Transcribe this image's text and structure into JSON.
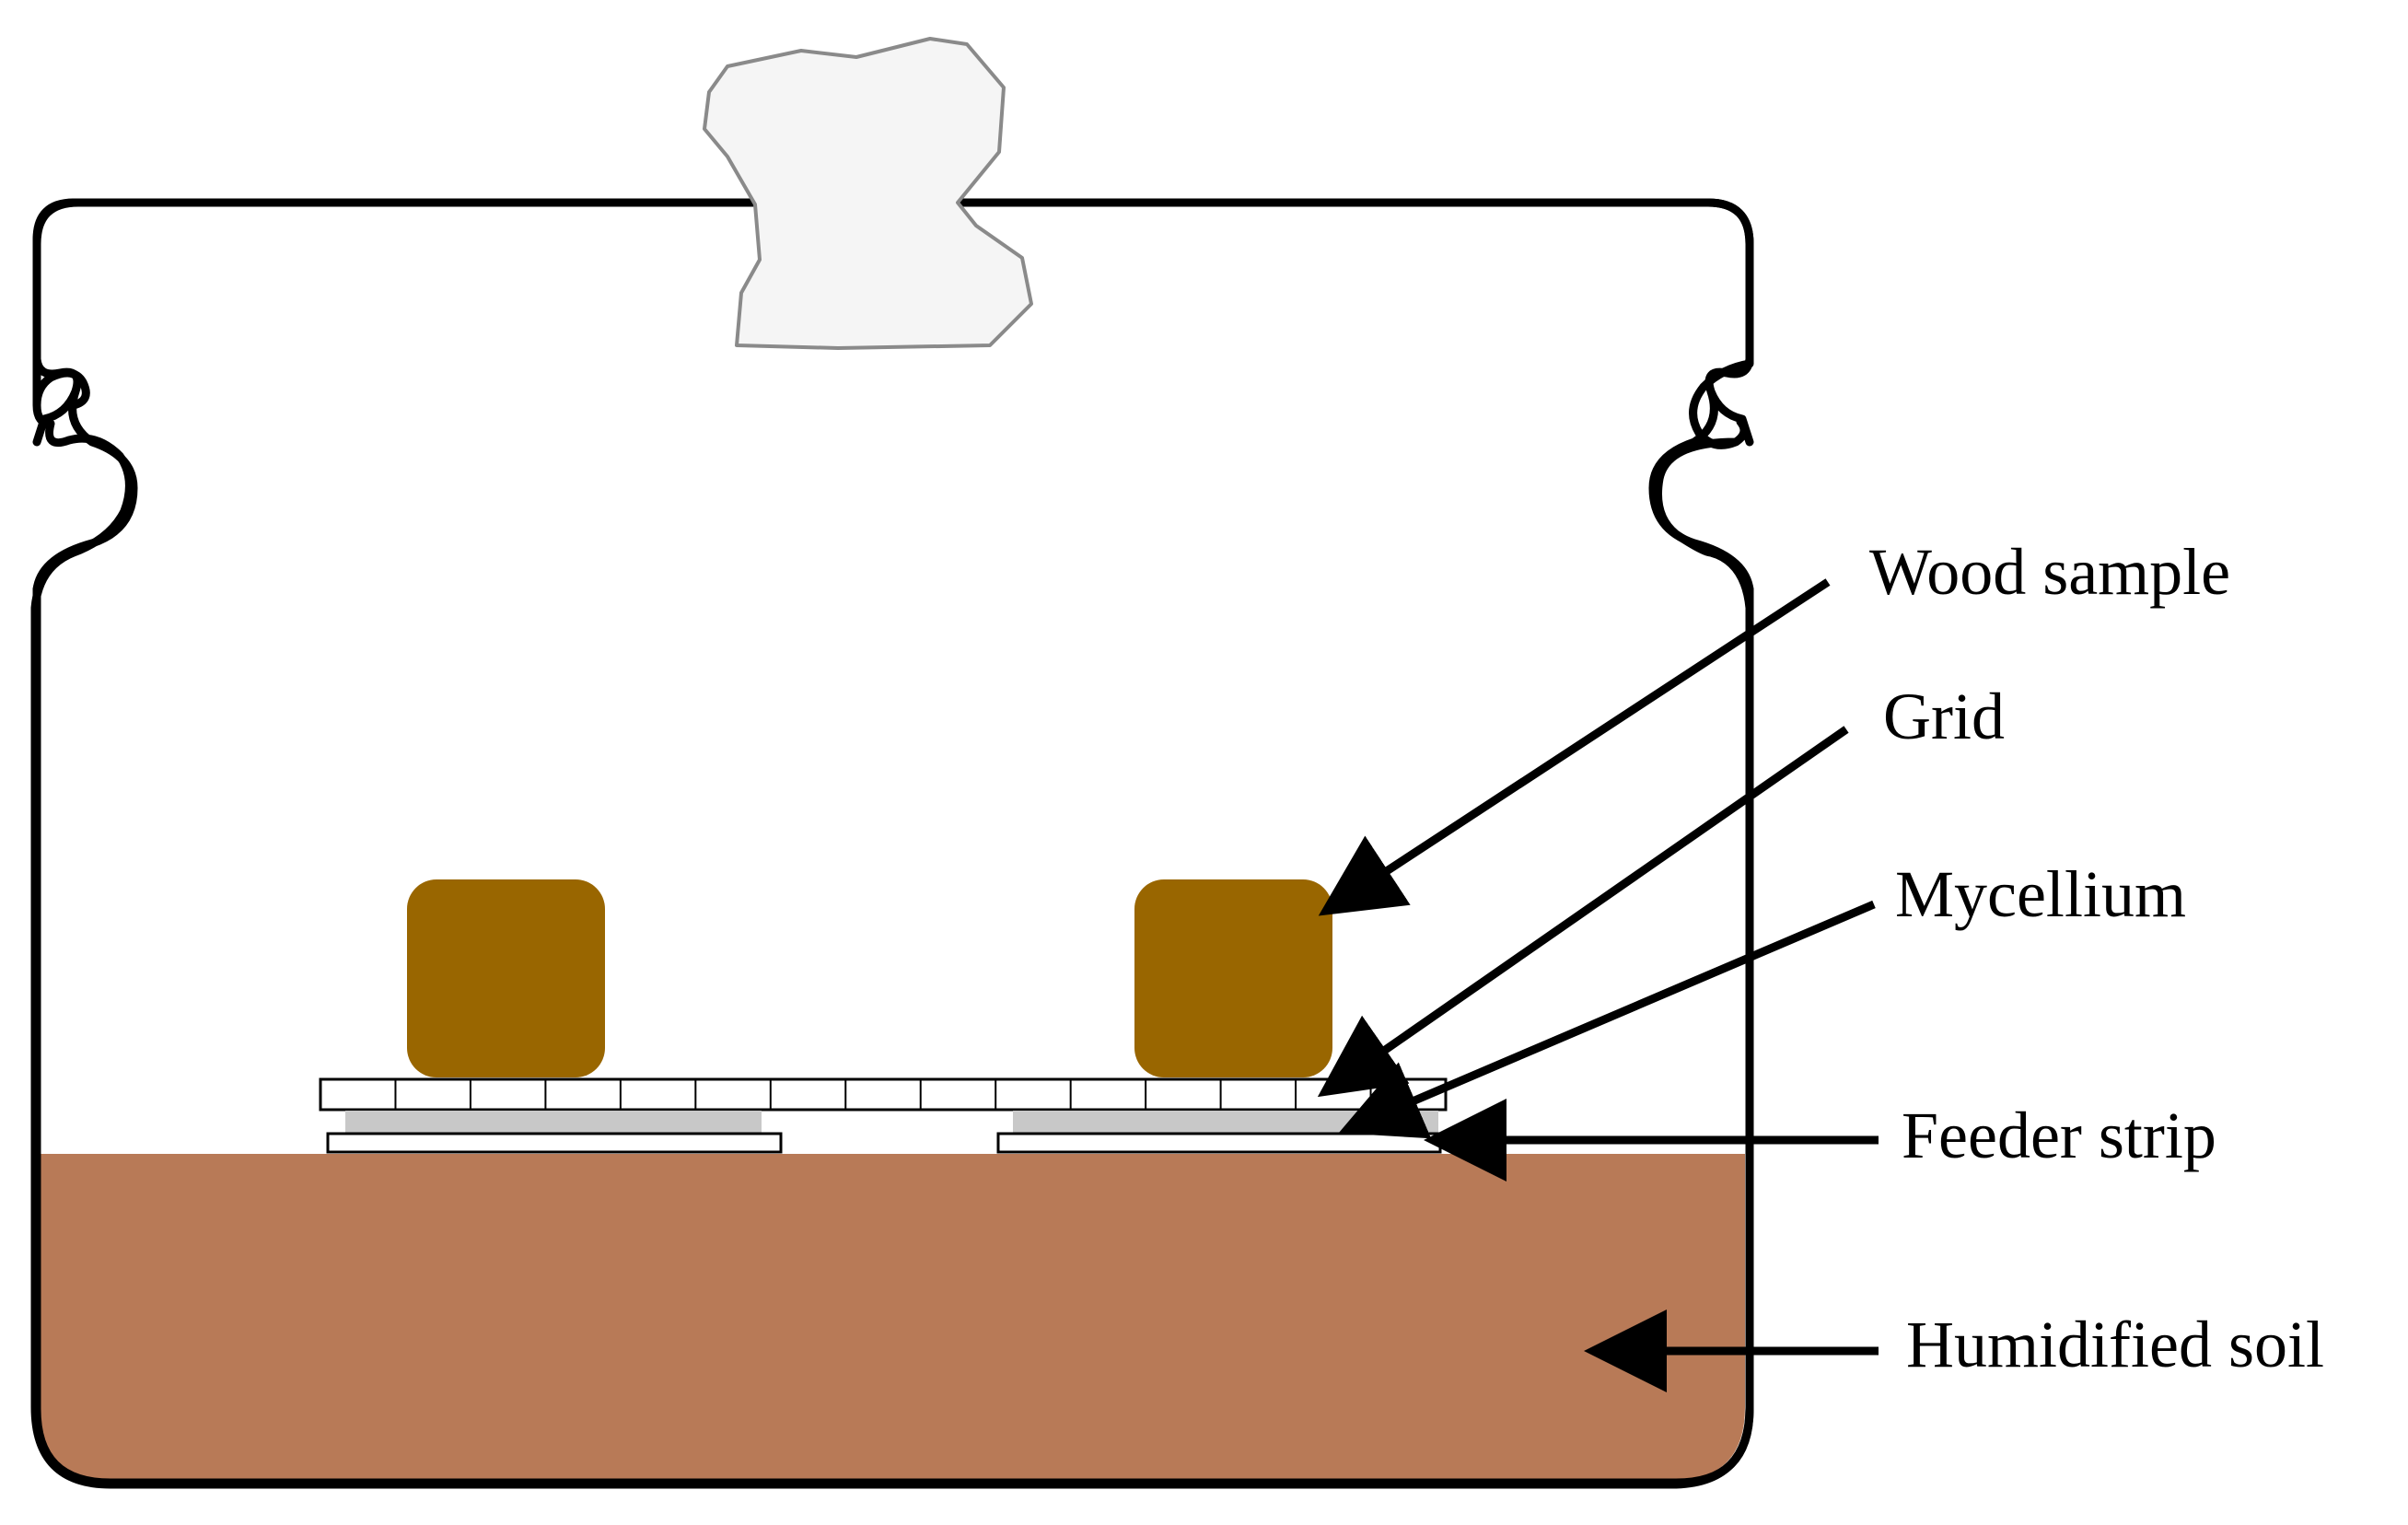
{
  "labels": {
    "wood_sample": "Wood sample",
    "grid": "Grid",
    "mycellium": "Mycellium",
    "feeder_strip": "Feeder strip",
    "humidified_soil": "Humidified soil"
  },
  "colors": {
    "jar_outline": "#000000",
    "lid_plug": "#f5f5f5",
    "lid_plug_outline": "#8a8a8a",
    "wood_sample": "#996600",
    "soil": "#b87a57",
    "mycelium": "#c8c8c8",
    "grid_fill": "#ffffff",
    "arrow": "#000000"
  },
  "grid": {
    "cell_count": 15
  }
}
